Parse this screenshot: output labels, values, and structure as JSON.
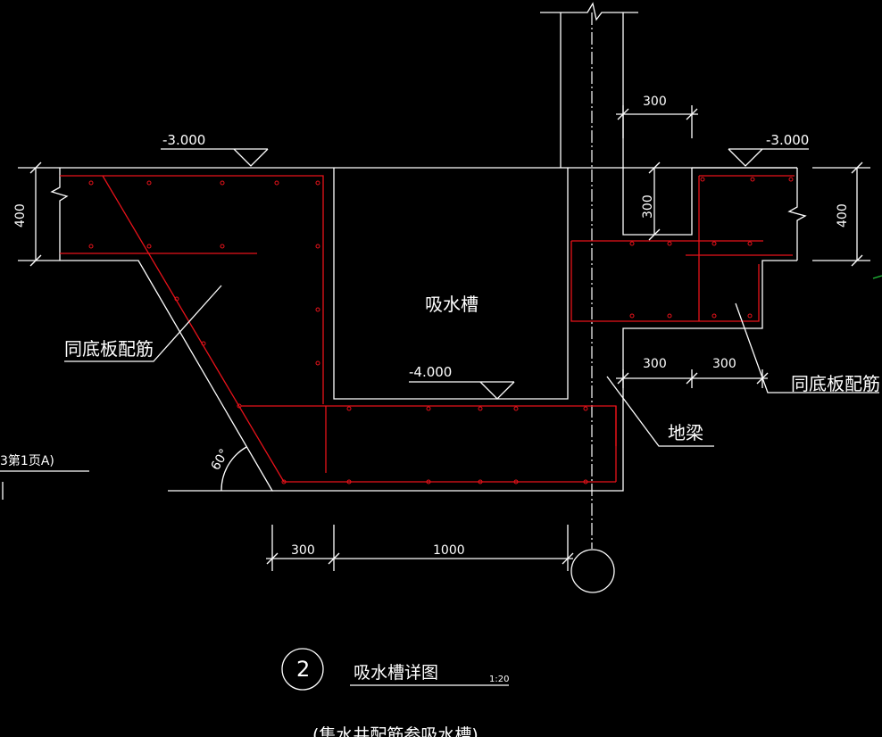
{
  "drawing": {
    "title": "吸水槽详图",
    "scale": "1:20",
    "detail_number": "2",
    "subtitle": "(集水井配筋参吸水槽)",
    "left_note": "3第1页A)"
  },
  "labels": {
    "trough": "吸水槽",
    "rebar_left": "同底板配筋",
    "rebar_right": "同底板配筋",
    "ground_beam": "地梁",
    "angle": "60°"
  },
  "elevations": {
    "top_left": "-3.000",
    "top_right": "-3.000",
    "bottom": "-4.000"
  },
  "dimensions": {
    "slab_left": "400",
    "slab_right": "400",
    "wall_width": "300",
    "wall_depth": "300",
    "beam_a": "300",
    "beam_b": "300",
    "bottom_a": "300",
    "bottom_b": "1000"
  },
  "colors": {
    "background": "#000000",
    "lines": "#ffffff",
    "rebar": "#e8121a"
  }
}
